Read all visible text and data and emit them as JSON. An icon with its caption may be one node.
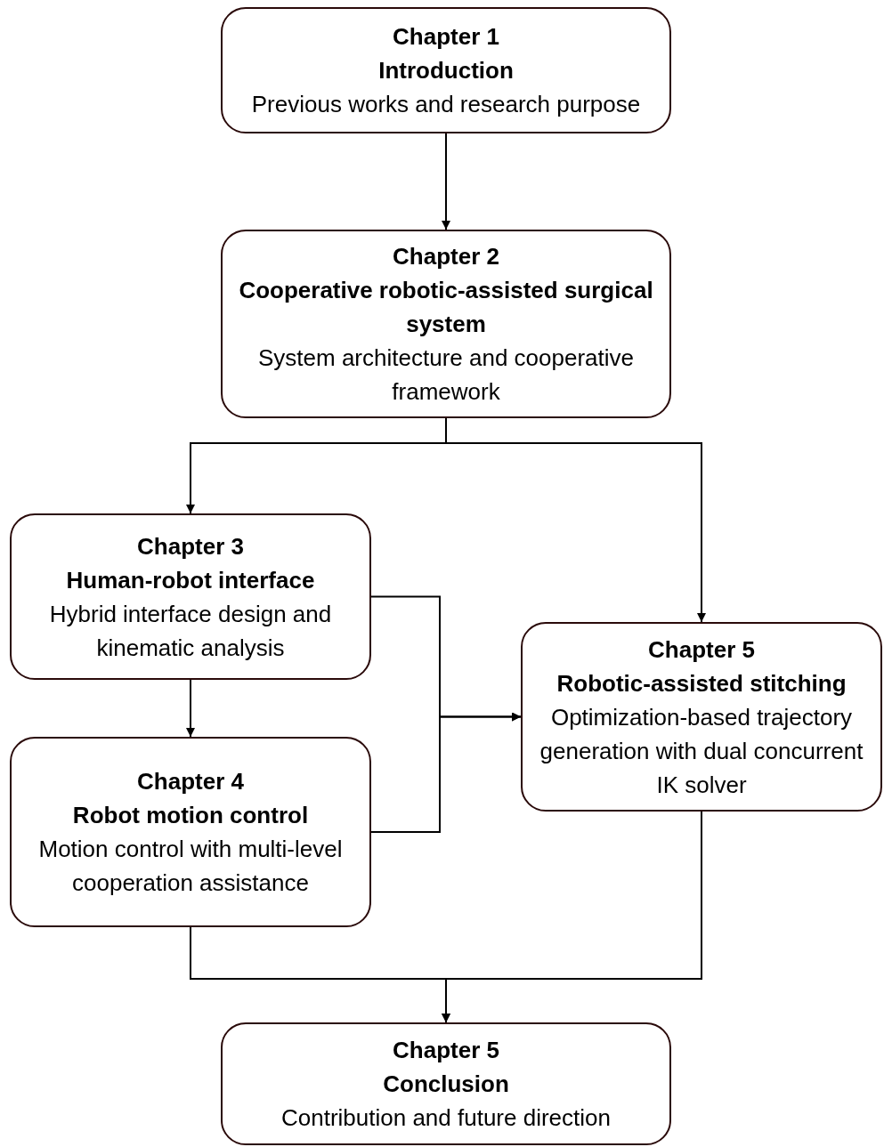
{
  "diagram": {
    "nodes": [
      {
        "text": [
          "Chapter 1",
          "Introduction",
          "Previous works and research purpose"
        ]
      },
      {
        "text": [
          "Chapter 2",
          "Cooperative robotic-assisted surgical system",
          "System architecture and cooperative framework"
        ]
      },
      {
        "text": [
          "Chapter 3",
          "Human-robot interface",
          "Hybrid interface design and kinematic analysis"
        ]
      },
      {
        "text": [
          "Chapter 4",
          "Robot motion control",
          "Motion control with multi-level cooperation assistance"
        ]
      },
      {
        "text": [
          "Chapter 5",
          "Robotic-assisted stitching",
          "Optimization-based trajectory generation with dual concurrent IK solver"
        ]
      },
      {
        "text": [
          "Chapter 5",
          "Conclusion",
          "Contribution and future direction"
        ]
      }
    ],
    "edges": [
      {
        "from": 0,
        "to": 1,
        "arrow": "to"
      },
      {
        "from": 1,
        "to": 2,
        "arrow": "to"
      },
      {
        "from": 1,
        "to": 4,
        "arrow": "to"
      },
      {
        "from": 2,
        "to": 3,
        "arrow": "to"
      },
      {
        "from": 2,
        "to": 4,
        "arrow": "to"
      },
      {
        "from": 3,
        "to": 4,
        "arrow": "to"
      },
      {
        "from": 3,
        "to": 5,
        "arrow": "to"
      },
      {
        "from": 4,
        "to": 5,
        "arrow": "to"
      }
    ]
  }
}
